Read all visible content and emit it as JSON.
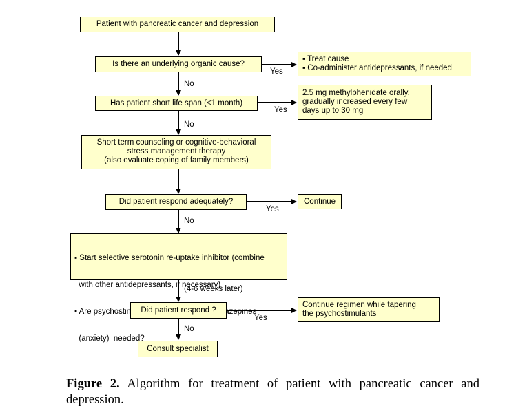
{
  "boxes": {
    "b1": "Patient with pancreatic cancer and depression",
    "q1": "Is there an underlying organic cause?",
    "r1": [
      "▪ Treat cause",
      "▪ Co-administer antidepressants, if needed"
    ],
    "q2": "Has patient short life span  (<1 month)",
    "r2": [
      "2.5 mg methylphenidate orally,",
      "gradually increased every few",
      "days up to 30 mg"
    ],
    "b2": [
      "Short term counseling or cognitive-behavioral",
      "stress management therapy",
      "(also evaluate coping of family members)"
    ],
    "q3": "Did patient respond adequately?",
    "r3": "Continue",
    "b3": [
      "▪ Start selective serotonin re-uptake inhibitor (combine",
      "  with other antidepressants, if necessary)",
      "▪ Are psychostimulants (fatigue) or benzodiazepines",
      "  (anxiety)  needed?"
    ],
    "q4": "Did patient respond ?",
    "r4": [
      "Continue regimen while tapering",
      "the psychostimulants"
    ],
    "b4": "Consult specialist"
  },
  "labels": {
    "yes": "Yes",
    "no": "No",
    "later": "(4-6 weeks later)"
  },
  "caption": {
    "bold": "Figure 2.",
    "text": " Algorithm for treatment of patient with pancreatic cancer and depression."
  }
}
